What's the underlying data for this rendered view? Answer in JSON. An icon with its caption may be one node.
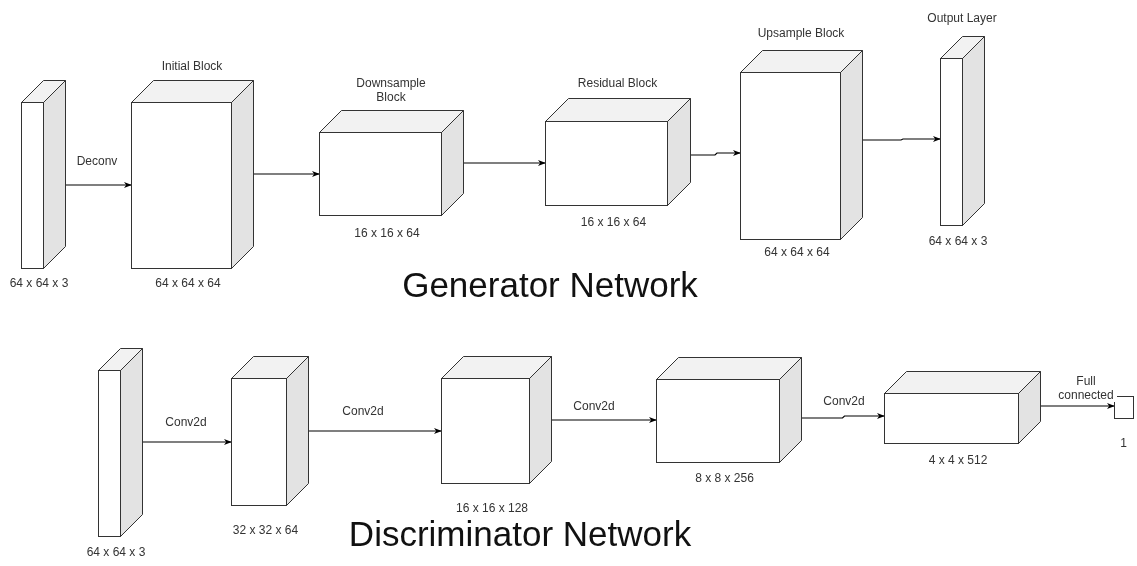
{
  "diagram": {
    "nodes": [
      {
        "text": [],
        "shape": "cuboid",
        "beside": [
          "64 x 64 x 3"
        ]
      },
      {
        "text": [
          "Initial Block"
        ],
        "beside": [
          "64 x 64 x 64"
        ]
      },
      {
        "text": [
          "Downsample Block"
        ],
        "beside": [
          "16 x 16 x 64"
        ]
      },
      {
        "text": [
          "Residual Block"
        ],
        "beside": [
          "16 x 16 x 64"
        ]
      },
      {
        "text": [
          "Upsample Block"
        ],
        "beside": [
          "64 x 64 x 64"
        ]
      },
      {
        "text": [
          "Output Layer"
        ],
        "beside": [
          "64 x 64 x 3"
        ]
      },
      {
        "text": [],
        "shape": "cuboid",
        "beside": [
          "64 x 64 x 3"
        ]
      },
      {
        "text": [],
        "shape": "cuboid",
        "beside": [
          "32 x 32 x 64"
        ]
      },
      {
        "text": [],
        "shape": "cuboid",
        "beside": [
          "16 x 16 x 128"
        ]
      },
      {
        "text": [],
        "shape": "cuboid",
        "beside": [
          "8 x 8 x 256"
        ]
      },
      {
        "text": [],
        "shape": "cuboid",
        "beside": [
          "4 x 4 x 512"
        ]
      },
      {
        "text": [],
        "shape": "box",
        "beside": [
          "1"
        ]
      }
    ],
    "edges": [
      {
        "from": 0,
        "to": 1,
        "arrow": "to",
        "label": "Deconv"
      },
      {
        "from": 1,
        "to": 2,
        "arrow": "to"
      },
      {
        "from": 2,
        "to": 3,
        "arrow": "to"
      },
      {
        "from": 3,
        "to": 4,
        "arrow": "to"
      },
      {
        "from": 4,
        "to": 5,
        "arrow": "to"
      },
      {
        "from": 6,
        "to": 7,
        "arrow": "to",
        "label": "Conv2d"
      },
      {
        "from": 7,
        "to": 8,
        "arrow": "to",
        "label": "Conv2d"
      },
      {
        "from": 8,
        "to": 9,
        "arrow": "to",
        "label": "Conv2d"
      },
      {
        "from": 9,
        "to": 10,
        "arrow": "to",
        "label": "Conv2d"
      },
      {
        "from": 10,
        "to": 11,
        "arrow": "to",
        "label": "Full connected"
      }
    ],
    "labels": [
      "Generator Network",
      "Discriminator Network"
    ]
  }
}
